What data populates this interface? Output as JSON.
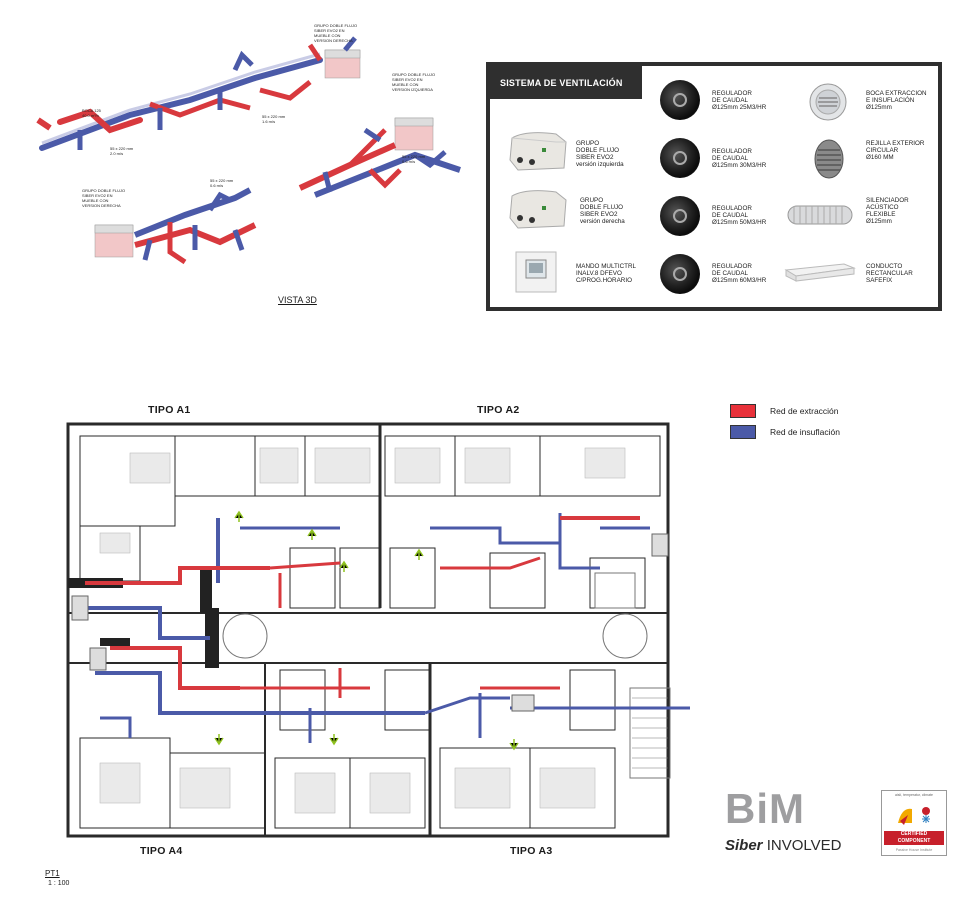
{
  "view3d": {
    "caption": "VISTA 3D",
    "labels": [
      "GRUPO DOBLE FLUJO\nSIBER EVO2 EN\nMUEBLE CON\nVERSION DERECHA",
      "GRUPO DOBLE FLUJO\nSIBER EVO2 EN\nMUEBLE CON\nVERSION IZQUIERDA",
      "BOCA 125\n40.0 m³/h",
      "55 x 220 mm\n2.0 m/s",
      "55 x 220 mm\n1.6 m/s",
      "55 x 220 mm\n0.6 m/s",
      "55 x 220 mm\n0.6 m/s",
      "GRUPO DOBLE FLUJO\nSIBER EVO2 EN\nMUEBLE CON\nVERSION DERECHA"
    ]
  },
  "panel": {
    "title": "SISTEMA DE VENTILACIÓN",
    "items": [
      {
        "label": "GRUPO\nDOBLE FLUJO\nSIBER EVO2\nversión izquierda"
      },
      {
        "label": "GRUPO\nDOBLE FLUJO\nSIBER EVO2\nversión derecha"
      },
      {
        "label": "MANDO MULTICTRL\nINALV.8 DFEVO\nC/PROG.HORARIO"
      },
      {
        "label": "REGULADOR\nDE CAUDAL\nØ125mm 25M3/HR"
      },
      {
        "label": "REGULADOR\nDE CAUDAL\nØ125mm 30M3/HR"
      },
      {
        "label": "REGULADOR\nDE CAUDAL\nØ125mm 50M3/HR"
      },
      {
        "label": "REGULADOR\nDE CAUDAL\nØ125mm 60M3/HR"
      },
      {
        "label": "BOCA EXTRACCION\nE INSUFLACIÓN\nØ125mm"
      },
      {
        "label": "REJILLA EXTERIOR\nCIRCULAR\nØ160 MM"
      },
      {
        "label": "SILENCIADOR\nACÚSTICO\nFLEXIBLE\nØ125mm"
      },
      {
        "label": "CONDUCTO\nRECTANCULAR\nSAFEFIX"
      }
    ]
  },
  "legend": {
    "extraction": {
      "label": "Red de extracción",
      "color": "#e8313a"
    },
    "insufflation": {
      "label": "Red de insuflación",
      "color": "#4b5aa8"
    }
  },
  "plan": {
    "titles": {
      "a1": "TIPO A1",
      "a2": "TIPO A2",
      "a3": "TIPO A3",
      "a4": "TIPO A4"
    },
    "sheet": "PT1",
    "scale": "1 : 100"
  },
  "logos": {
    "bim": "BiM",
    "siber": "Siber",
    "involved": "INVOLVED",
    "cert_top": "aislí, temperatur, climate",
    "cert_band1": "CERTIFIED",
    "cert_band2": "COMPONENT",
    "cert_bottom": "Passive House Institute"
  },
  "colors": {
    "extract": "#d8393e",
    "supply": "#4b5aa8",
    "wall": "#2a2a2a",
    "supply_light": "#c9cce6",
    "extract_light": "#f3c4c6"
  }
}
